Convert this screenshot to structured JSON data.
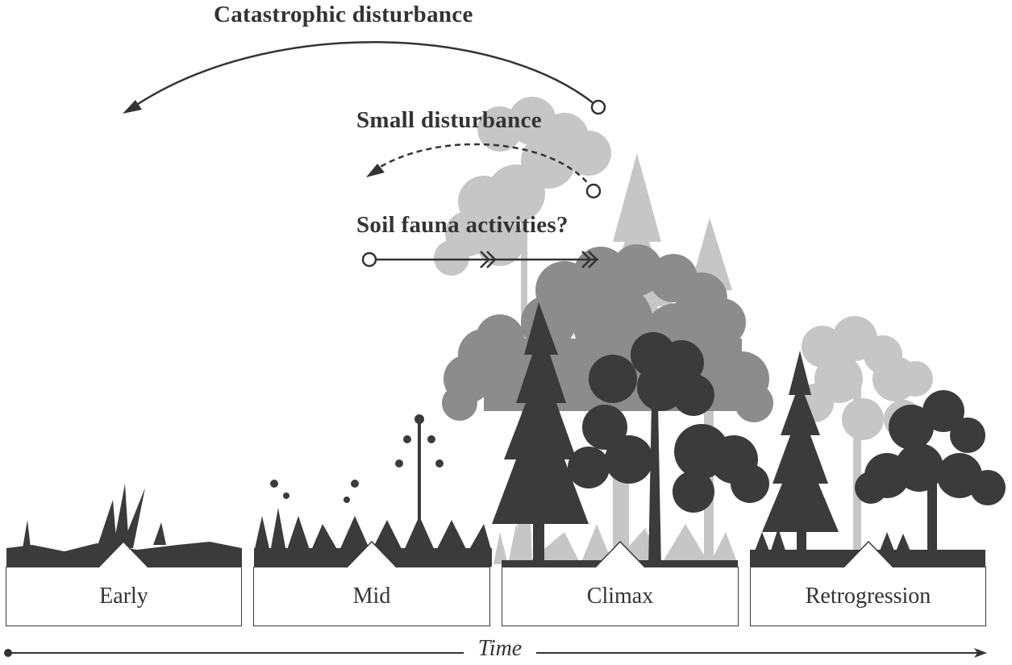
{
  "labels": {
    "catastrophic": "Catastrophic disturbance",
    "small": "Small disturbance",
    "soil_fauna": "Soil fauna activities?"
  },
  "stages": [
    {
      "label": "Early"
    },
    {
      "label": "Mid"
    },
    {
      "label": "Climax"
    },
    {
      "label": "Retrogression"
    }
  ],
  "axis": {
    "label": "Time"
  },
  "colors": {
    "dark": "#3b3b3b",
    "medium": "#8a8a8a",
    "light": "#c4c4c4",
    "text": "#333333"
  }
}
